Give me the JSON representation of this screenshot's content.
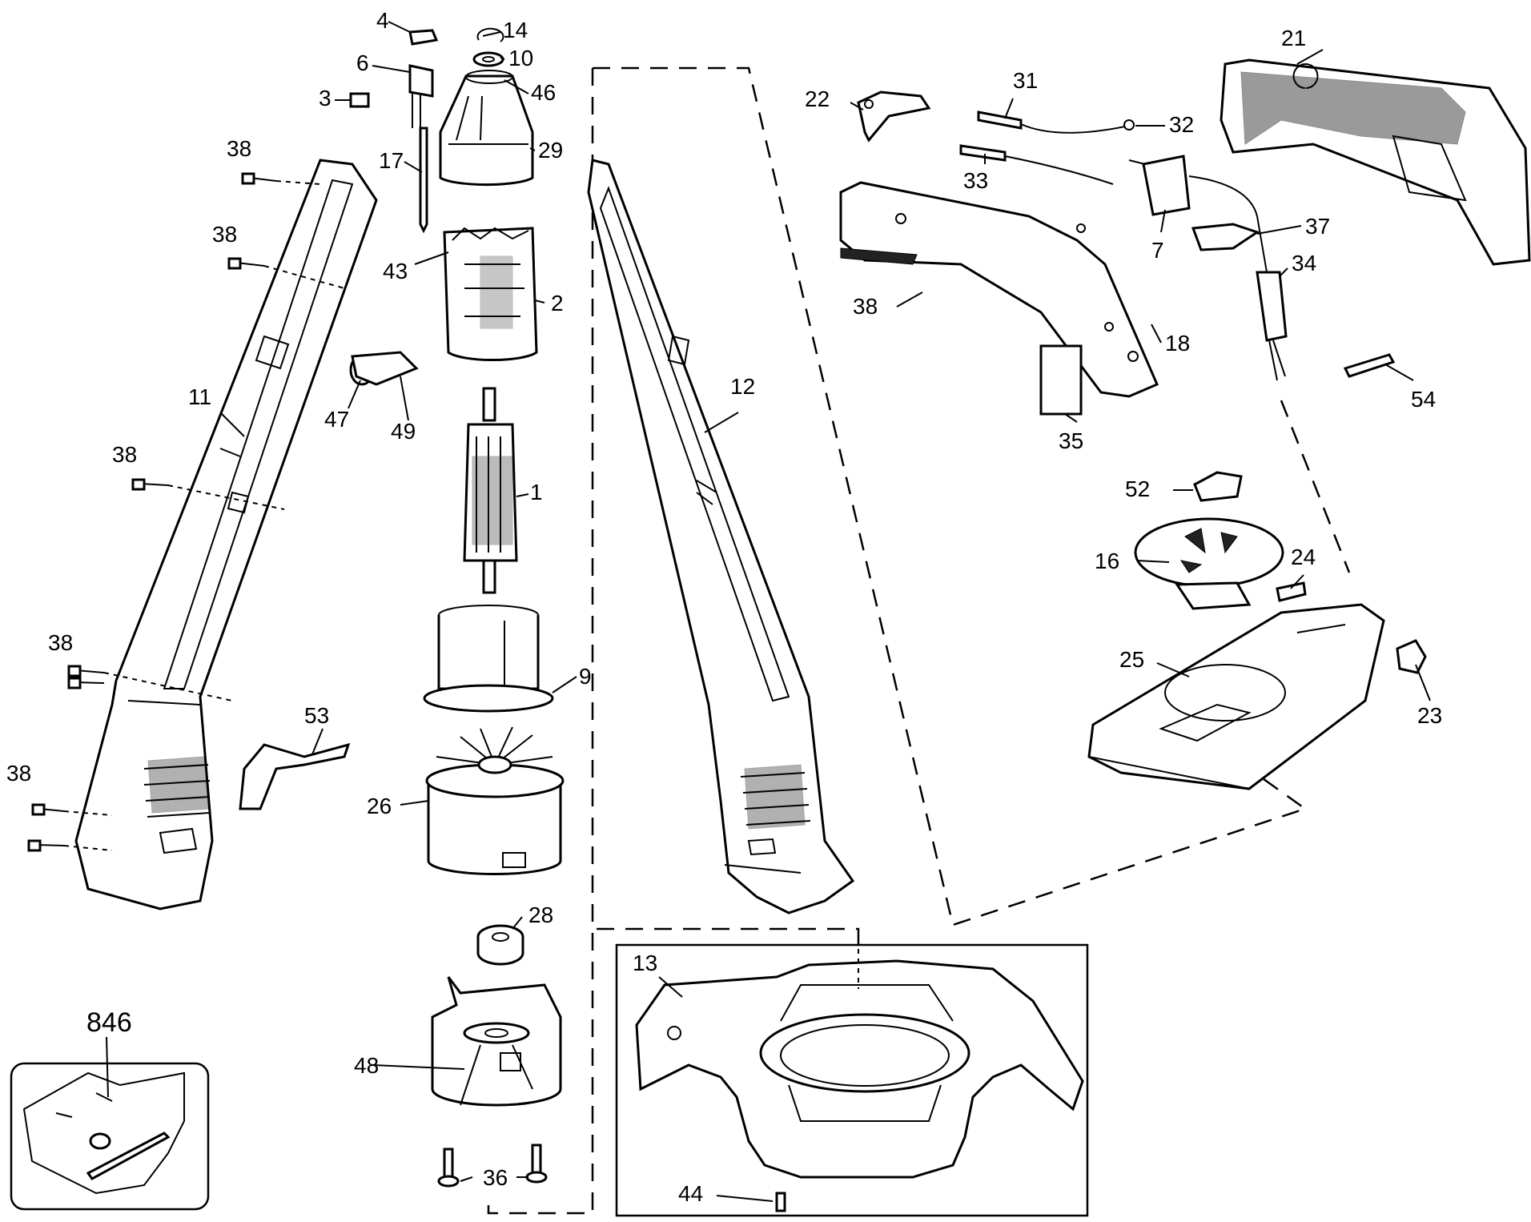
{
  "labels": {
    "p1": "1",
    "p2": "2",
    "p3": "3",
    "p4": "4",
    "p6": "6",
    "p7": "7",
    "p9": "9",
    "p10": "10",
    "p11": "11",
    "p12": "12",
    "p13": "13",
    "p14": "14",
    "p16": "16",
    "p17": "17",
    "p18": "18",
    "p21": "21",
    "p22": "22",
    "p23": "23",
    "p24": "24",
    "p25": "25",
    "p26": "26",
    "p28": "28",
    "p29": "29",
    "p31": "31",
    "p32": "32",
    "p33": "33",
    "p34": "34",
    "p35": "35",
    "p36": "36",
    "p37": "37",
    "p38": "38",
    "p43": "43",
    "p44": "44",
    "p46": "46",
    "p47": "47",
    "p48": "48",
    "p49": "49",
    "p52": "52",
    "p53": "53",
    "p54": "54",
    "p846": "846"
  }
}
